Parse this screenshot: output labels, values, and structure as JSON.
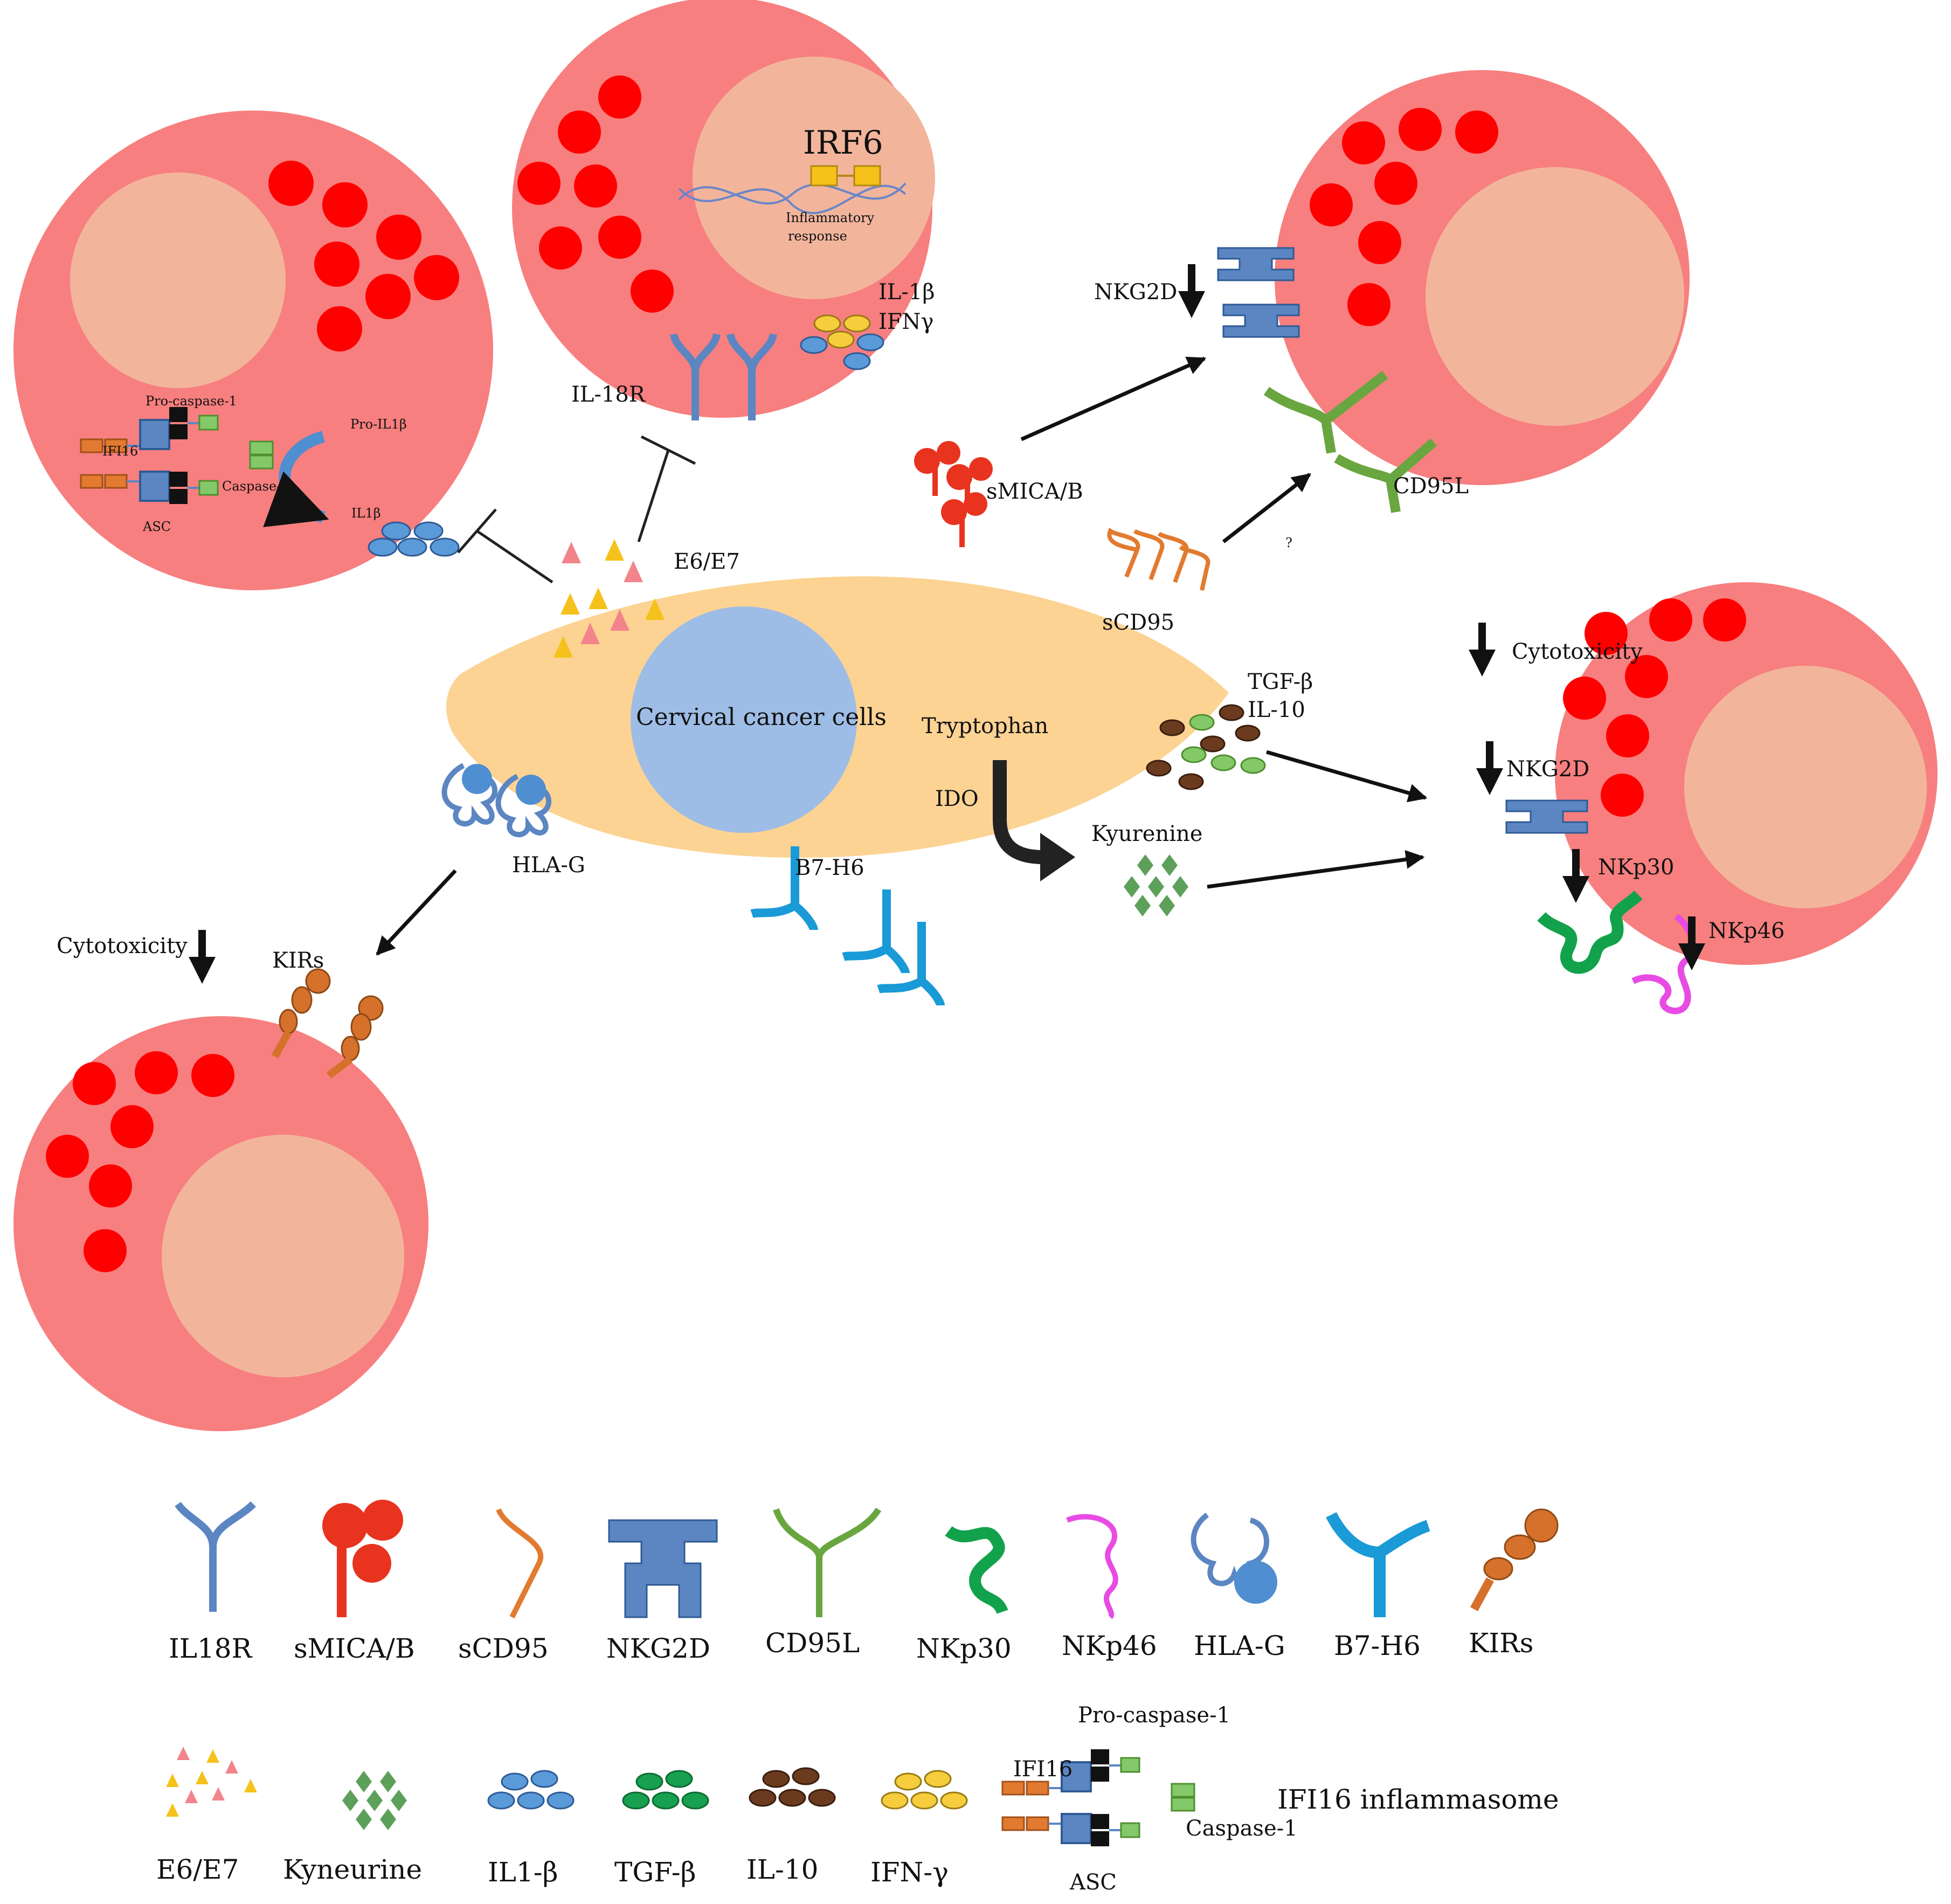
{
  "colors": {
    "nk_cell": "#f77f7f",
    "granule": "#ff0000",
    "nucleus": "#f2b59c",
    "cancer_cell": "#fcd393",
    "cancer_nucleus": "#9ebde6",
    "receptor_blue": "#5b86c2",
    "smica": "#e8331f",
    "scd95": "#e27a30",
    "cd95l": "#6aa640",
    "nkp30": "#12a24b",
    "nkp46": "#e84be3",
    "b7h6": "#1a9ad7",
    "kirs": "#d5712b",
    "il10": "#6b3b1f",
    "tgfb": "#84c969",
    "ifng": "#f5cd3d",
    "il1b": "#5a9ad8"
  },
  "cells": {
    "top_left": {
      "pro_caspase": "Pro-caspase-1",
      "ifi16": "IFI16",
      "pro_il1b": "Pro-IL1β",
      "caspase": "Caspase-1",
      "il1b": "IL1β",
      "asc": "ASC"
    },
    "top_middle": {
      "irf6": "IRF6",
      "inflammatory": "Inflammatory",
      "response": "response",
      "il1b": "IL-1β",
      "ifng": "IFNγ",
      "il18r": "IL-18R"
    },
    "top_right": {
      "nkg2d": "NKG2D",
      "cd95l": "CD95L",
      "question": "?"
    },
    "right": {
      "cytotoxicity": "Cytotoxicity",
      "nkg2d": "NKG2D",
      "nkp30": "NKp30",
      "nkp46": "NKp46"
    },
    "bottom_left": {
      "cytotoxicity": "Cytotoxicity",
      "kirs": "KIRs"
    }
  },
  "center": {
    "cell_label": "Cervical cancer cells",
    "e6e7": "E6/E7",
    "smicab": "sMICA/B",
    "scd95": "sCD95",
    "tgfb": "TGF-β",
    "il10": "IL-10",
    "tryptophan": "Tryptophan",
    "ido": "IDO",
    "kyurenine": "Kyurenine",
    "hlag": "HLA-G",
    "b7h6": "B7-H6"
  },
  "legend": {
    "row1": [
      "IL18R",
      "sMICA/B",
      "sCD95",
      "NKG2D",
      "CD95L",
      "NKp30",
      "NKp46",
      "HLA-G",
      "B7-H6",
      "KIRs"
    ],
    "row2": [
      "E6/E7",
      "Kyneurine",
      "IL1-β",
      "TGF-β",
      "IL-10",
      "IFN-γ"
    ],
    "inflammasome": {
      "pro_caspase": "Pro-caspase-1",
      "ifi16": "IFI16",
      "caspase": "Caspase-1",
      "asc": "ASC",
      "title": "IFI16 inflammasome"
    }
  }
}
